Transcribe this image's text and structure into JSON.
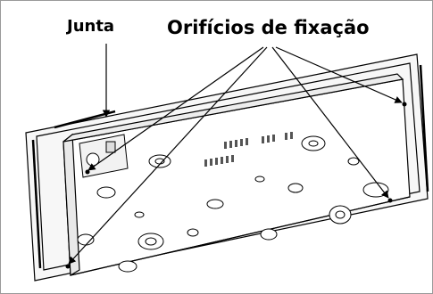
{
  "labels": {
    "gasket": "Junta",
    "mounting_holes": "Orifícios de fixação"
  },
  "colors": {
    "line": "#000000",
    "background": "#ffffff",
    "frame": "#9a9a9a"
  },
  "illustration": "cooktop-underside-view"
}
